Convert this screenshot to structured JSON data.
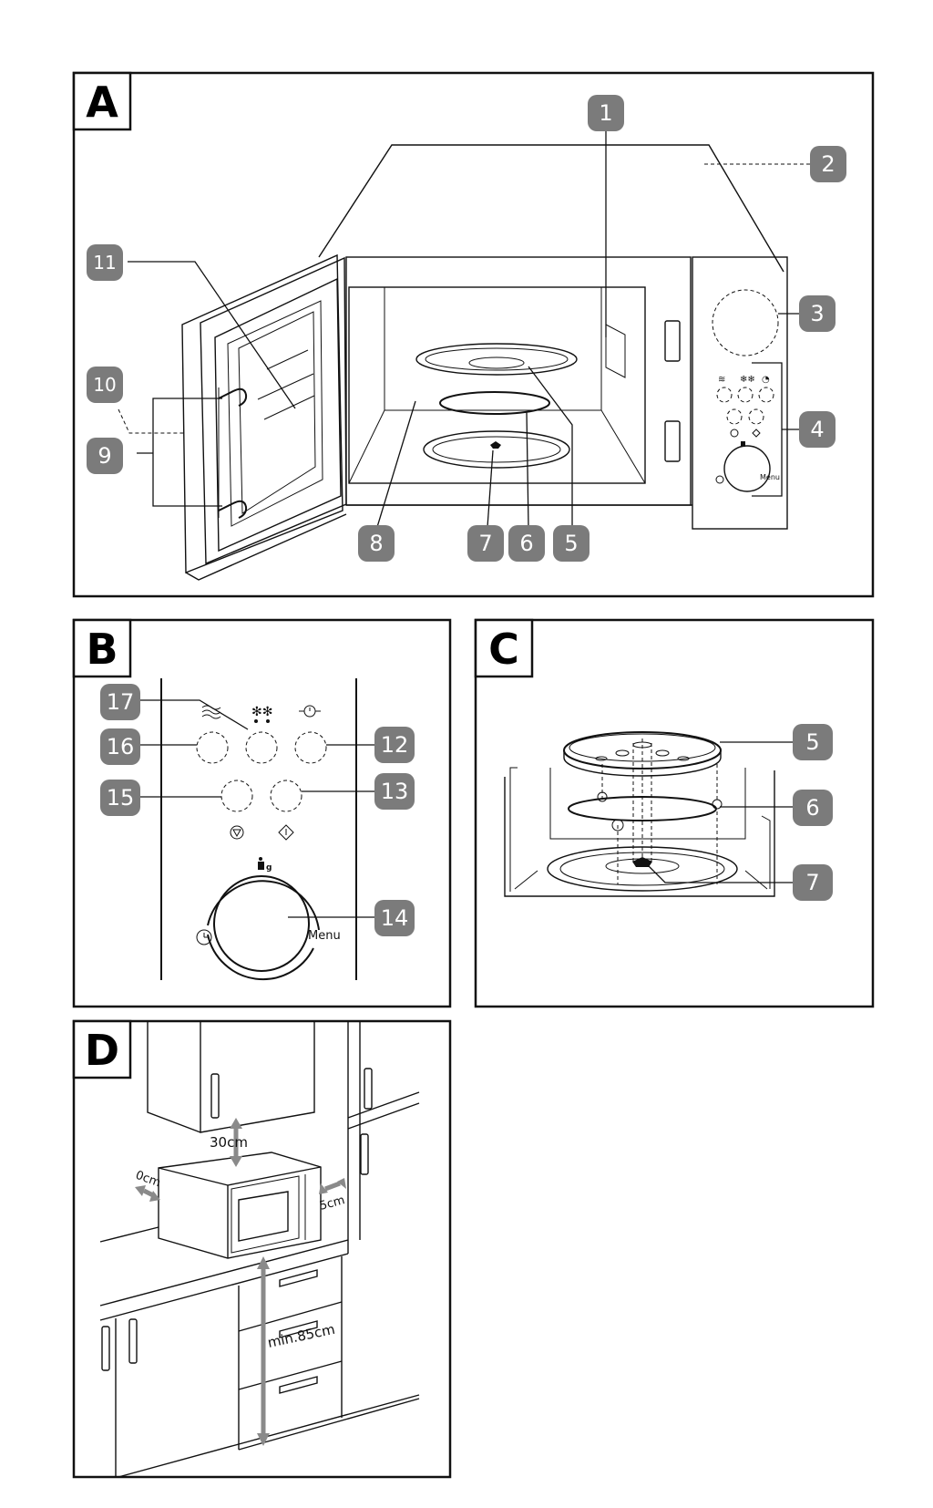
{
  "panels": {
    "a": {
      "letter": "A"
    },
    "b": {
      "letter": "B",
      "dial_label": "Menu"
    },
    "c": {
      "letter": "C"
    },
    "d": {
      "letter": "D",
      "dim_top": "30cm",
      "dim_left": "0cm",
      "dim_right": "5cm",
      "dim_height": "min.85cm"
    }
  },
  "callouts": {
    "a": [
      "1",
      "2",
      "3",
      "4",
      "5",
      "6",
      "7",
      "8",
      "9",
      "10",
      "11"
    ],
    "b": [
      "17",
      "16",
      "15",
      "12",
      "13",
      "14"
    ],
    "c": [
      "5",
      "6",
      "7"
    ]
  },
  "icons": [
    "grill-icon",
    "defrost-icon",
    "clock-icon",
    "stop-icon",
    "start-icon",
    "weight-icon",
    "timer-icon"
  ],
  "colors": {
    "badge": "#7b7b7b",
    "arrow": "#8a8a8a",
    "line": "#111111"
  }
}
